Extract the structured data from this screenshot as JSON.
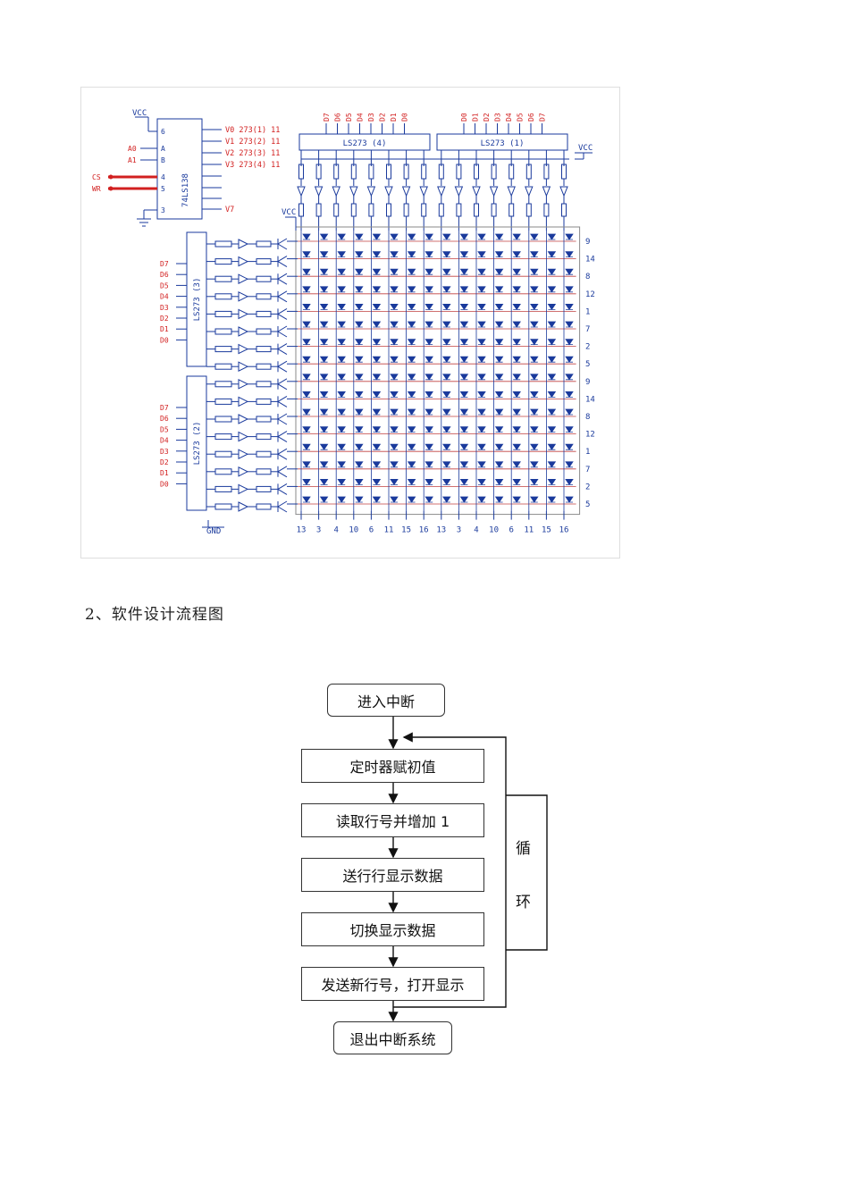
{
  "schematic": {
    "decoder": {
      "chip": "74LS138",
      "vcc": "VCC",
      "pins_left": [
        "6",
        "A",
        "B",
        "4",
        "5",
        "3"
      ],
      "input_labels": [
        "A0",
        "A1",
        "CS",
        "WR"
      ],
      "outputs": [
        {
          "name": "V0",
          "ref": "273(1)",
          "num": "11"
        },
        {
          "name": "V1",
          "ref": "273(2)",
          "num": "11"
        },
        {
          "name": "V2",
          "ref": "273(3)",
          "num": "11"
        },
        {
          "name": "V3",
          "ref": "273(4)",
          "num": "11"
        }
      ],
      "last_output": "V7"
    },
    "top_latch_left": {
      "chip": "LS273 (4)",
      "pins": [
        "D7",
        "D6",
        "D5",
        "D4",
        "D3",
        "D2",
        "D1",
        "D0"
      ]
    },
    "top_latch_right": {
      "chip": "LS273 (1)",
      "pins": [
        "D0",
        "D1",
        "D2",
        "D3",
        "D4",
        "D5",
        "D6",
        "D7"
      ]
    },
    "vcc_right": "VCC",
    "vcc_matrix": "VCC",
    "side_latch_upper": {
      "chip": "LS273 (3)",
      "pins": [
        "D7",
        "D6",
        "D5",
        "D4",
        "D3",
        "D2",
        "D1",
        "D0"
      ]
    },
    "side_latch_lower": {
      "chip": "LS273 (2)",
      "pins": [
        "D7",
        "D6",
        "D5",
        "D4",
        "D3",
        "D2",
        "D1",
        "D0"
      ]
    },
    "gnd": "GND",
    "row_pin_labels": [
      "9",
      "14",
      "8",
      "12",
      "1",
      "7",
      "2",
      "5",
      "9",
      "14",
      "8",
      "12",
      "1",
      "7",
      "2",
      "5"
    ],
    "col_pin_labels": [
      "13",
      "3",
      "4",
      "10",
      "6",
      "11",
      "15",
      "16",
      "13",
      "3",
      "4",
      "10",
      "6",
      "11",
      "15",
      "16"
    ],
    "colors": {
      "wire": "#1a3a9c",
      "label_red": "#d22020",
      "led": "#1a3a9c",
      "frame": "#8a8a8a"
    }
  },
  "section_title": "2、软件设计流程图",
  "flowchart": {
    "start": "进入中断",
    "steps": [
      "定时器赋初值",
      "读取行号并增加 1",
      "送行行显示数据",
      "切换显示数据",
      "发送新行号，打开显示"
    ],
    "end": "退出中断系统",
    "loop_label": [
      "循",
      "环"
    ]
  }
}
